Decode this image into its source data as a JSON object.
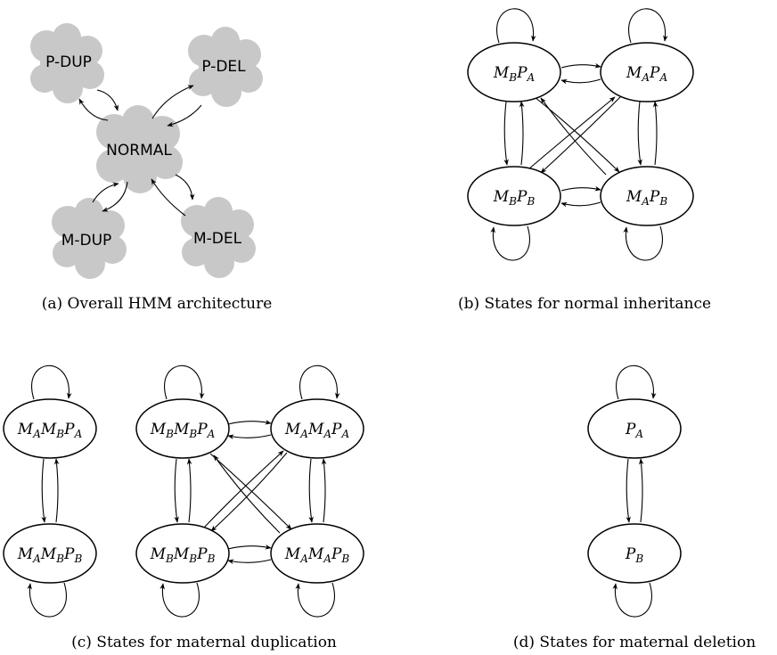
{
  "panel_a": {
    "caption": "(a) Overall HMM architecture",
    "states": {
      "normal": "NORMAL",
      "p_dup": "P-DUP",
      "p_del": "P-DEL",
      "m_dup": "M-DUP",
      "m_del": "M-DEL"
    }
  },
  "panel_b": {
    "caption": "(b) States for normal inheritance",
    "states": [
      {
        "parts": [
          [
            "M",
            "B"
          ],
          [
            "P",
            "A"
          ]
        ]
      },
      {
        "parts": [
          [
            "M",
            "A"
          ],
          [
            "P",
            "A"
          ]
        ]
      },
      {
        "parts": [
          [
            "M",
            "B"
          ],
          [
            "P",
            "B"
          ]
        ]
      },
      {
        "parts": [
          [
            "M",
            "A"
          ],
          [
            "P",
            "B"
          ]
        ]
      }
    ]
  },
  "panel_c": {
    "caption": "(c) States for maternal duplication",
    "states": [
      {
        "parts": [
          [
            "M",
            "A"
          ],
          [
            "M",
            "B"
          ],
          [
            "P",
            "A"
          ]
        ]
      },
      {
        "parts": [
          [
            "M",
            "A"
          ],
          [
            "M",
            "B"
          ],
          [
            "P",
            "B"
          ]
        ]
      },
      {
        "parts": [
          [
            "M",
            "B"
          ],
          [
            "M",
            "B"
          ],
          [
            "P",
            "A"
          ]
        ]
      },
      {
        "parts": [
          [
            "M",
            "A"
          ],
          [
            "M",
            "A"
          ],
          [
            "P",
            "A"
          ]
        ]
      },
      {
        "parts": [
          [
            "M",
            "B"
          ],
          [
            "M",
            "B"
          ],
          [
            "P",
            "B"
          ]
        ]
      },
      {
        "parts": [
          [
            "M",
            "A"
          ],
          [
            "M",
            "A"
          ],
          [
            "P",
            "B"
          ]
        ]
      }
    ]
  },
  "panel_d": {
    "caption": "(d) States for maternal deletion",
    "states": [
      {
        "parts": [
          [
            "P",
            "A"
          ]
        ]
      },
      {
        "parts": [
          [
            "P",
            "B"
          ]
        ]
      }
    ]
  }
}
